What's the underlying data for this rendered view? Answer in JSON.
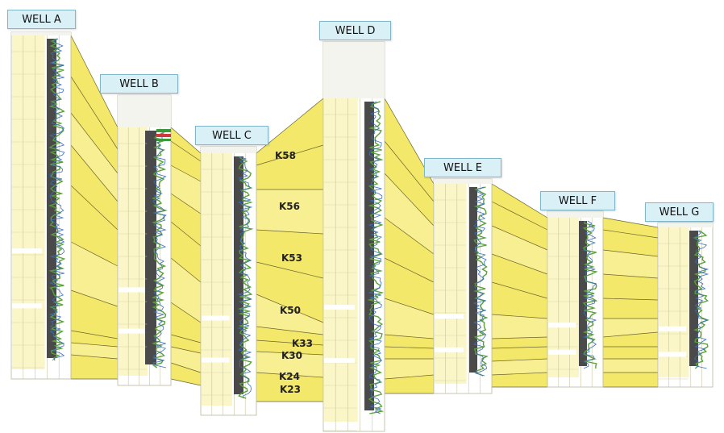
{
  "wells": [
    {
      "name": "WELL A"
    },
    {
      "name": "WELL B"
    },
    {
      "name": "WELL C"
    },
    {
      "name": "WELL D"
    },
    {
      "name": "WELL E"
    },
    {
      "name": "WELL F"
    },
    {
      "name": "WELL G"
    }
  ],
  "horizons": [
    "K58",
    "K56",
    "K53",
    "K50",
    "K33",
    "K30",
    "K24",
    "K23"
  ],
  "colors": {
    "panel_fill": "#f3e86a",
    "panel_fill_light": "#f7ef92",
    "column_pale": "#fbf6c8",
    "track_dark": "#4a4a4a",
    "curve_green": "#5aa03a",
    "curve_blue": "#3a6fc0",
    "label_bg": "#d9f0f7"
  }
}
